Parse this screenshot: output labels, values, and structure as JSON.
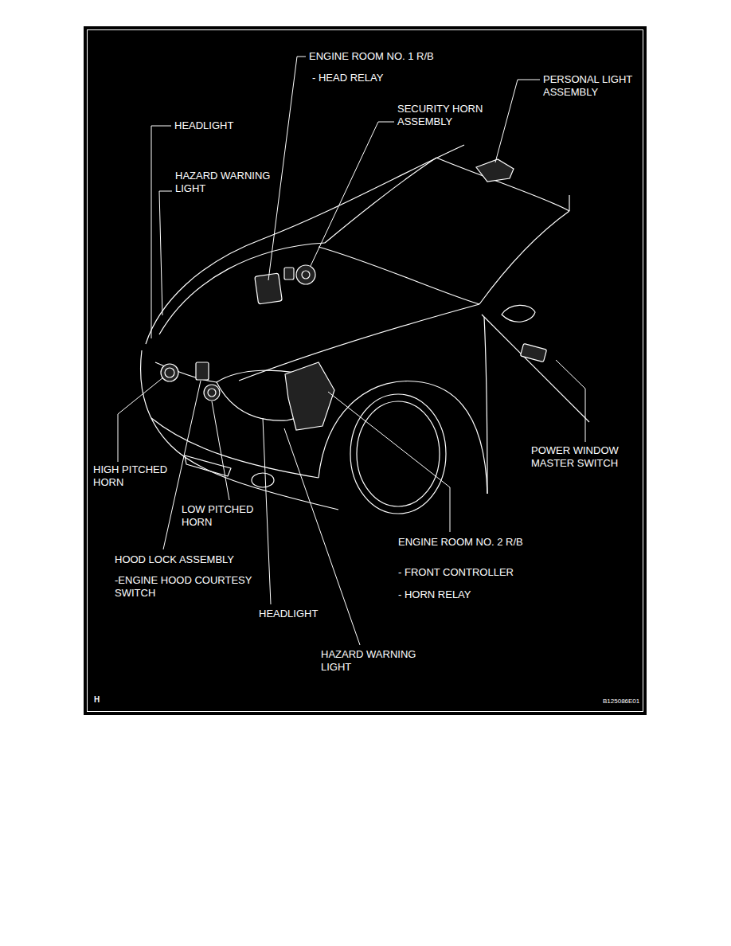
{
  "diagram": {
    "labels": [
      "ENGINE ROOM NO. 1 R/B",
      "- HEAD RELAY",
      "PERSONAL LIGHT ASSEMBLY",
      "SECURITY HORN ASSEMBLY",
      "HEADLIGHT",
      "HAZARD WARNING LIGHT",
      "POWER WINDOW MASTER SWITCH",
      "HIGH PITCHED HORN",
      "LOW PITCHED HORN",
      "ENGINE ROOM NO. 2 R/B",
      "HOOD LOCK ASSEMBLY",
      "- FRONT CONTROLLER",
      "-ENGINE HOOD COURTESY SWITCH",
      "- HORN RELAY",
      "HEADLIGHT",
      "HAZARD WARNING LIGHT",
      "H",
      "B125086E01"
    ]
  }
}
